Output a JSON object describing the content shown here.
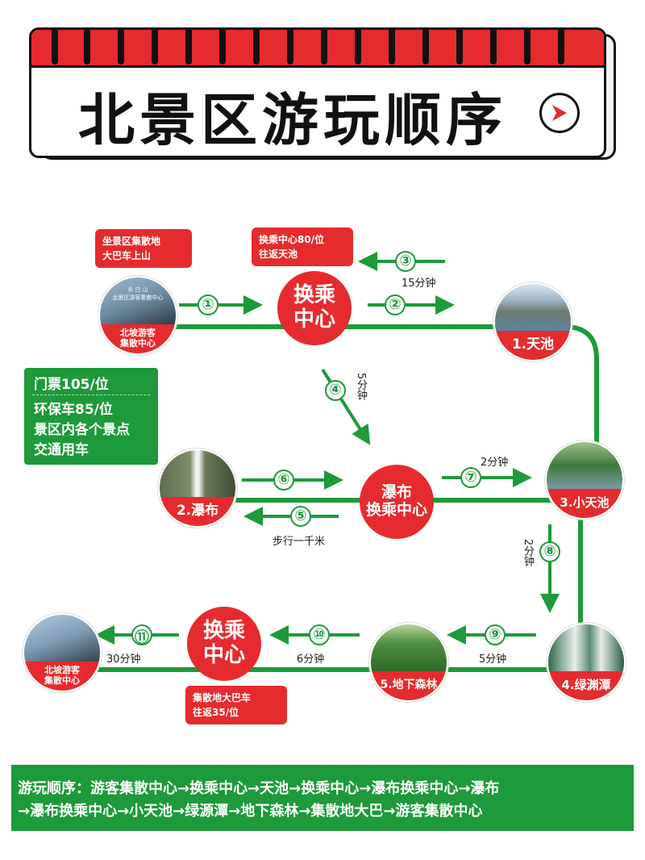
{
  "header": {
    "title": "北景区游玩顺序"
  },
  "notes": {
    "collect_note": [
      "坐景区集散地",
      "大巴车上山"
    ],
    "transfer_note": [
      "换乘中心80/位",
      "往返天池"
    ],
    "bus_note": [
      "集散地大巴车",
      "往返35/位"
    ]
  },
  "ticket": {
    "line1": "门票105/位",
    "line2": "环保车85/位",
    "line3": "景区内各个景点",
    "line4": "交通用车"
  },
  "hubs": {
    "transfer_top": [
      "换乘",
      "中心"
    ],
    "waterfall_transfer": [
      "瀑布",
      "换乘中心"
    ],
    "transfer_bottom": [
      "换乘",
      "中心"
    ]
  },
  "spots": {
    "north_center_top": [
      "北坡游客",
      "集散中心"
    ],
    "tianchi": "1.天池",
    "waterfall": "2.瀑布",
    "small_tianchi": "3.小天池",
    "lvyuan": "4.绿渊潭",
    "forest": "5.地下森林",
    "north_center_bottom": [
      "北坡游客",
      "集散中心"
    ],
    "photo_caption": [
      "长 白 山",
      "北景区游客集散中心"
    ]
  },
  "steps": {
    "s1": "①",
    "s2": "②",
    "s3": "③",
    "s4": "④",
    "s5": "⑤",
    "s6": "⑥",
    "s7": "⑦",
    "s8": "⑧",
    "s9": "⑨",
    "s10": "⑩",
    "s11": "⑪"
  },
  "times": {
    "t3": "15分钟",
    "t4": "5分钟",
    "t5": "步行一千米",
    "t7": "2分钟",
    "t8": "2分钟",
    "t9": "5分钟",
    "t10": "6分钟",
    "t11": "30分钟"
  },
  "bottom": {
    "line1": "游玩顺序：游客集散中心→换乘中心→天池→换乘中心→瀑布换乘中心→瀑布",
    "line2": "→瀑布换乘中心→小天池→绿源潭→地下森林→集散地大巴→游客集散中心"
  },
  "colors": {
    "red": "#e52b2e",
    "green": "#1d9a3a"
  }
}
